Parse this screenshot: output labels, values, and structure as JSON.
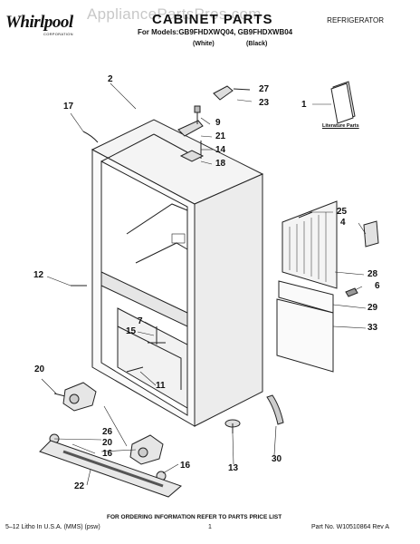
{
  "header": {
    "brand": "Whirlpool",
    "brand_sub": "CORPORATION",
    "watermark": "AppliancePartsPros.com",
    "title": "CABINET PARTS",
    "category": "REFRIGERATOR",
    "models": "For Models:GB9FHDXWQ04, GB9FHDXWB04",
    "variants": [
      "(White)",
      "(Black)"
    ]
  },
  "literature_label": "Literature Parts",
  "callouts": [
    "2",
    "27",
    "23",
    "17",
    "9",
    "21",
    "14",
    "18",
    "1",
    "25",
    "4",
    "12",
    "28",
    "6",
    "29",
    "33",
    "7",
    "15",
    "11",
    "20",
    "26",
    "20",
    "16",
    "16",
    "13",
    "30",
    "22"
  ],
  "footer": {
    "order_note": "FOR ORDERING INFORMATION REFER TO PARTS PRICE LIST",
    "left": "5–12 Litho In U.S.A. (MMS) (psw)",
    "page": "1",
    "part_no": "Part No. W10510864 Rev A"
  }
}
